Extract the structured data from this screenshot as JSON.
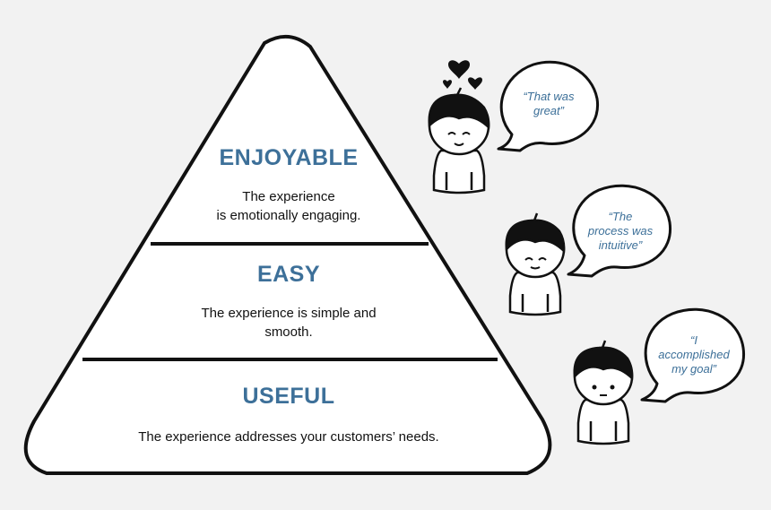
{
  "pyramid": {
    "tiers": [
      {
        "title": "ENJOYABLE",
        "desc_line1": "The experience",
        "desc_line2": "is emotionally engaging."
      },
      {
        "title": "EASY",
        "desc_line1": "The experience is simple and",
        "desc_line2": "smooth."
      },
      {
        "title": "USEFUL",
        "desc_line1": "The experience addresses your customers’ needs.",
        "desc_line2": ""
      }
    ]
  },
  "quotes": [
    {
      "line1": "“That was",
      "line2": "great”",
      "line3": ""
    },
    {
      "line1": "“The",
      "line2": "process was",
      "line3": "intuitive”"
    },
    {
      "line1": "“I",
      "line2": "accomplished",
      "line3": "my goal”"
    }
  ],
  "colors": {
    "accent": "#3d7099",
    "text": "#111111",
    "background": "#f2f2f2"
  }
}
